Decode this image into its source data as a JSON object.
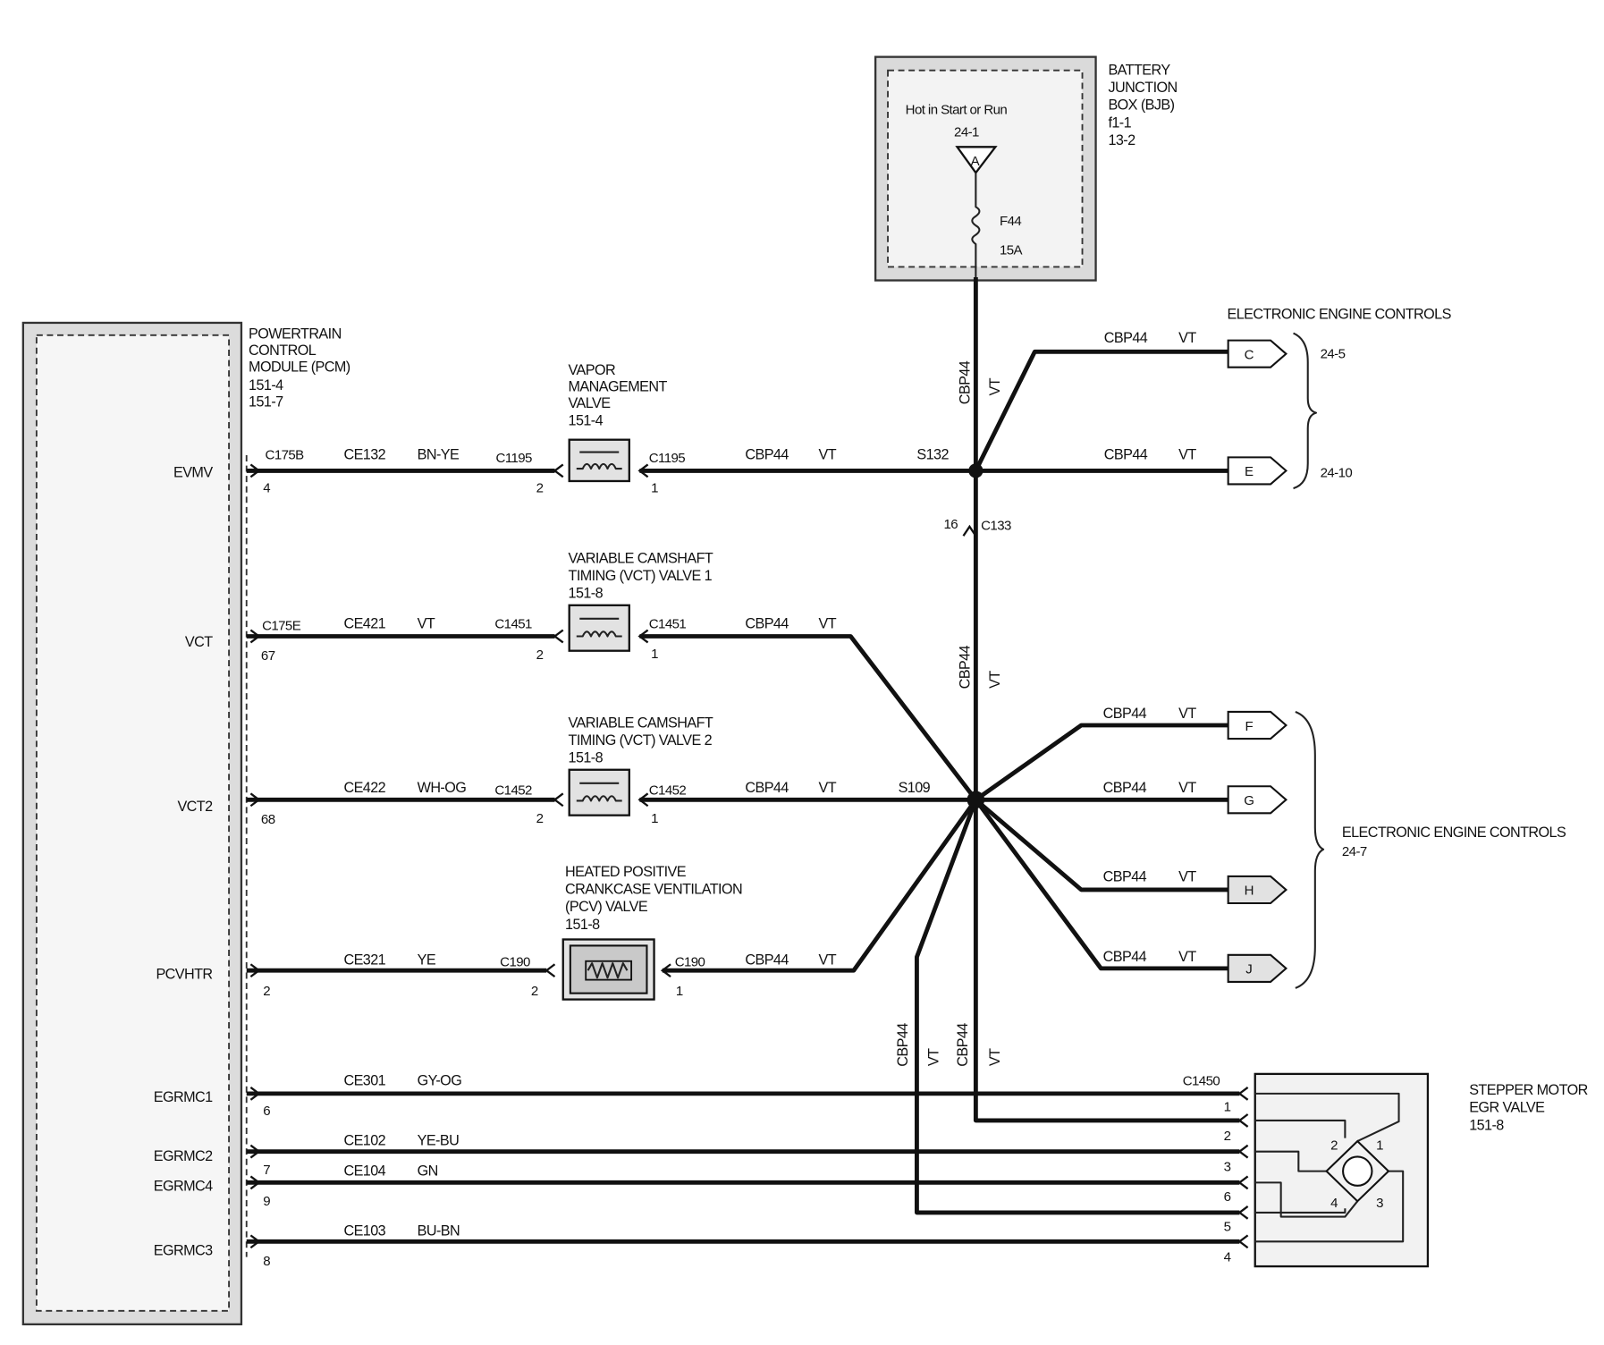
{
  "pcm": {
    "title": [
      "POWERTRAIN",
      "CONTROL",
      "MODULE (PCM)",
      "151-4",
      "151-7"
    ],
    "connectors": [
      "C175B",
      "C175E"
    ],
    "pins": [
      {
        "signal": "EVMV",
        "pin": "4"
      },
      {
        "signal": "VCT",
        "pin": "67"
      },
      {
        "signal": "VCT2",
        "pin": "68"
      },
      {
        "signal": "PCVHTR",
        "pin": "2"
      },
      {
        "signal": "EGRMC1",
        "pin": "6"
      },
      {
        "signal": "EGRMC2",
        "pin": "7"
      },
      {
        "signal": "EGRMC4",
        "pin": "9"
      },
      {
        "signal": "EGRMC3",
        "pin": "8"
      }
    ]
  },
  "wires": [
    {
      "circuit": "CE132",
      "color": "BN-YE"
    },
    {
      "circuit": "CE421",
      "color": "VT"
    },
    {
      "circuit": "CE422",
      "color": "WH-OG"
    },
    {
      "circuit": "CE321",
      "color": "YE"
    },
    {
      "circuit": "CE301",
      "color": "GY-OG"
    },
    {
      "circuit": "CE102",
      "color": "YE-BU"
    },
    {
      "circuit": "CE104",
      "color": "GN"
    },
    {
      "circuit": "CE103",
      "color": "BU-BN"
    }
  ],
  "components": [
    {
      "title": [
        "VAPOR",
        "MANAGEMENT",
        "VALVE",
        "151-4"
      ],
      "connector": "C1195",
      "pin_in": "2",
      "pin_out": "1"
    },
    {
      "title": [
        "VARIABLE CAMSHAFT",
        "TIMING (VCT) VALVE 1",
        "151-8"
      ],
      "connector": "C1451",
      "pin_in": "2",
      "pin_out": "1"
    },
    {
      "title": [
        "VARIABLE CAMSHAFT",
        "TIMING (VCT) VALVE 2",
        "151-8"
      ],
      "connector": "C1452",
      "pin_in": "2",
      "pin_out": "1"
    },
    {
      "title": [
        "HEATED POSITIVE",
        "CRANKCASE VENTILATION",
        "(PCV) VALVE",
        "151-8"
      ],
      "connector": "C190",
      "pin_in": "2",
      "pin_out": "1"
    }
  ],
  "supply": {
    "circuit": "CBP44",
    "color": "VT",
    "splice_top": "S132",
    "splice_main": "S109",
    "inline_connector": "C133",
    "inline_pin": "16"
  },
  "bjb": {
    "title": [
      "BATTERY",
      "JUNCTION",
      "BOX (BJB)",
      "f1-1",
      "13-2"
    ],
    "note": "Hot in Start or Run",
    "fuse_ref": "24-1",
    "fuse_node": "A",
    "fuse": "F44",
    "rating": "15A"
  },
  "outputs": {
    "upper": {
      "title": "ELECTRONIC ENGINE CONTROLS",
      "refs": [
        "24-5",
        "24-10"
      ],
      "connectors": [
        "C",
        "E"
      ]
    },
    "lower": {
      "title": "ELECTRONIC ENGINE CONTROLS",
      "ref": "24-7",
      "connectors": [
        "F",
        "G",
        "H",
        "J"
      ]
    }
  },
  "egr": {
    "title": [
      "STEPPER MOTOR",
      "EGR VALVE",
      "151-8"
    ],
    "connector": "C1450",
    "pins": [
      "1",
      "2",
      "3",
      "6",
      "5",
      "4"
    ],
    "coil_terminals": [
      "2",
      "1",
      "4",
      "3"
    ]
  }
}
